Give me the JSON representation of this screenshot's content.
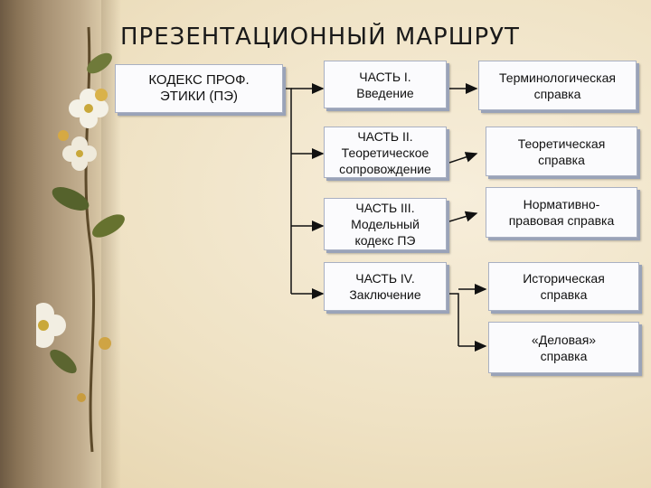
{
  "title": "ПРЕЗЕНТАЦИОННЫЙ МАРШРУТ",
  "root": "КОДЕКС ПРОФ.\nЭТИКИ (ПЭ)",
  "parts": [
    "ЧАСТЬ I.\nВведение",
    "ЧАСТЬ II.\nТеоретическое\nсопровождение",
    "ЧАСТЬ III.\nМодельный\nкодекс ПЭ",
    "ЧАСТЬ IV.\nЗаключение"
  ],
  "refs": [
    "Терминологическая\nсправка",
    "Теоретическая\nсправка",
    "Нормативно-\nправовая справка",
    "Историческая\nсправка",
    "«Деловая»\nсправка"
  ],
  "colors": {
    "line": "#111111",
    "box_bg": "#fbfbfd",
    "box_shadow": "#9aa3b8"
  }
}
